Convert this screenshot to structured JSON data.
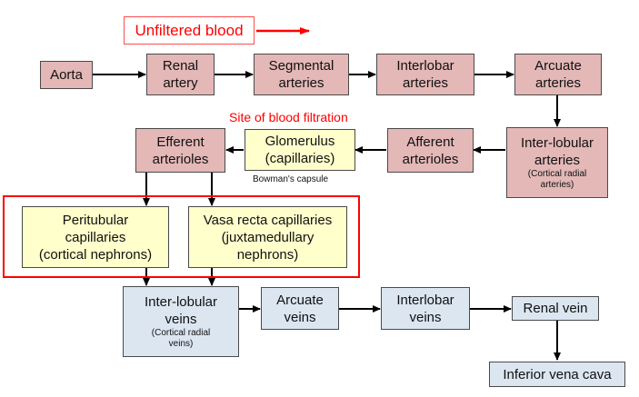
{
  "legend": {
    "unfiltered_label": "Unfiltered blood",
    "arrow_color": "#ff0000"
  },
  "annotations": {
    "filtration_site": "Site of blood filtration",
    "bowman": "Bowman's capsule"
  },
  "colors": {
    "artery": "#e3b8b7",
    "capillary": "#ffffcc",
    "vein": "#dce6f1",
    "highlight": "#ff0000"
  },
  "nodes": {
    "aorta": "Aorta",
    "renal_artery": [
      "Renal",
      "artery"
    ],
    "segmental": [
      "Segmental",
      "arteries"
    ],
    "interlobar_art": [
      "Interlobar",
      "arteries"
    ],
    "arcuate_art": [
      "Arcuate",
      "arteries"
    ],
    "interlobular_art": [
      "Inter-lobular",
      "arteries"
    ],
    "interlobular_art_sub": [
      "(Cortical radial",
      "arteries)"
    ],
    "afferent": [
      "Afferent",
      "arterioles"
    ],
    "glomerulus": [
      "Glomerulus",
      "(capillaries)"
    ],
    "efferent": [
      "Efferent",
      "arterioles"
    ],
    "peritubular": [
      "Peritubular",
      "capillaries",
      "(cortical nephrons)"
    ],
    "vasa_recta": [
      "Vasa recta capillaries",
      "(juxtamedullary",
      "nephrons)"
    ],
    "interlobular_vein": [
      "Inter-lobular",
      "veins"
    ],
    "interlobular_vein_sub": [
      "(Cortical radial",
      "veins)"
    ],
    "arcuate_vein": [
      "Arcuate",
      "veins"
    ],
    "interlobar_vein": [
      "Interlobar",
      "veins"
    ],
    "renal_vein": "Renal vein",
    "ivc": "Inferior vena cava"
  }
}
